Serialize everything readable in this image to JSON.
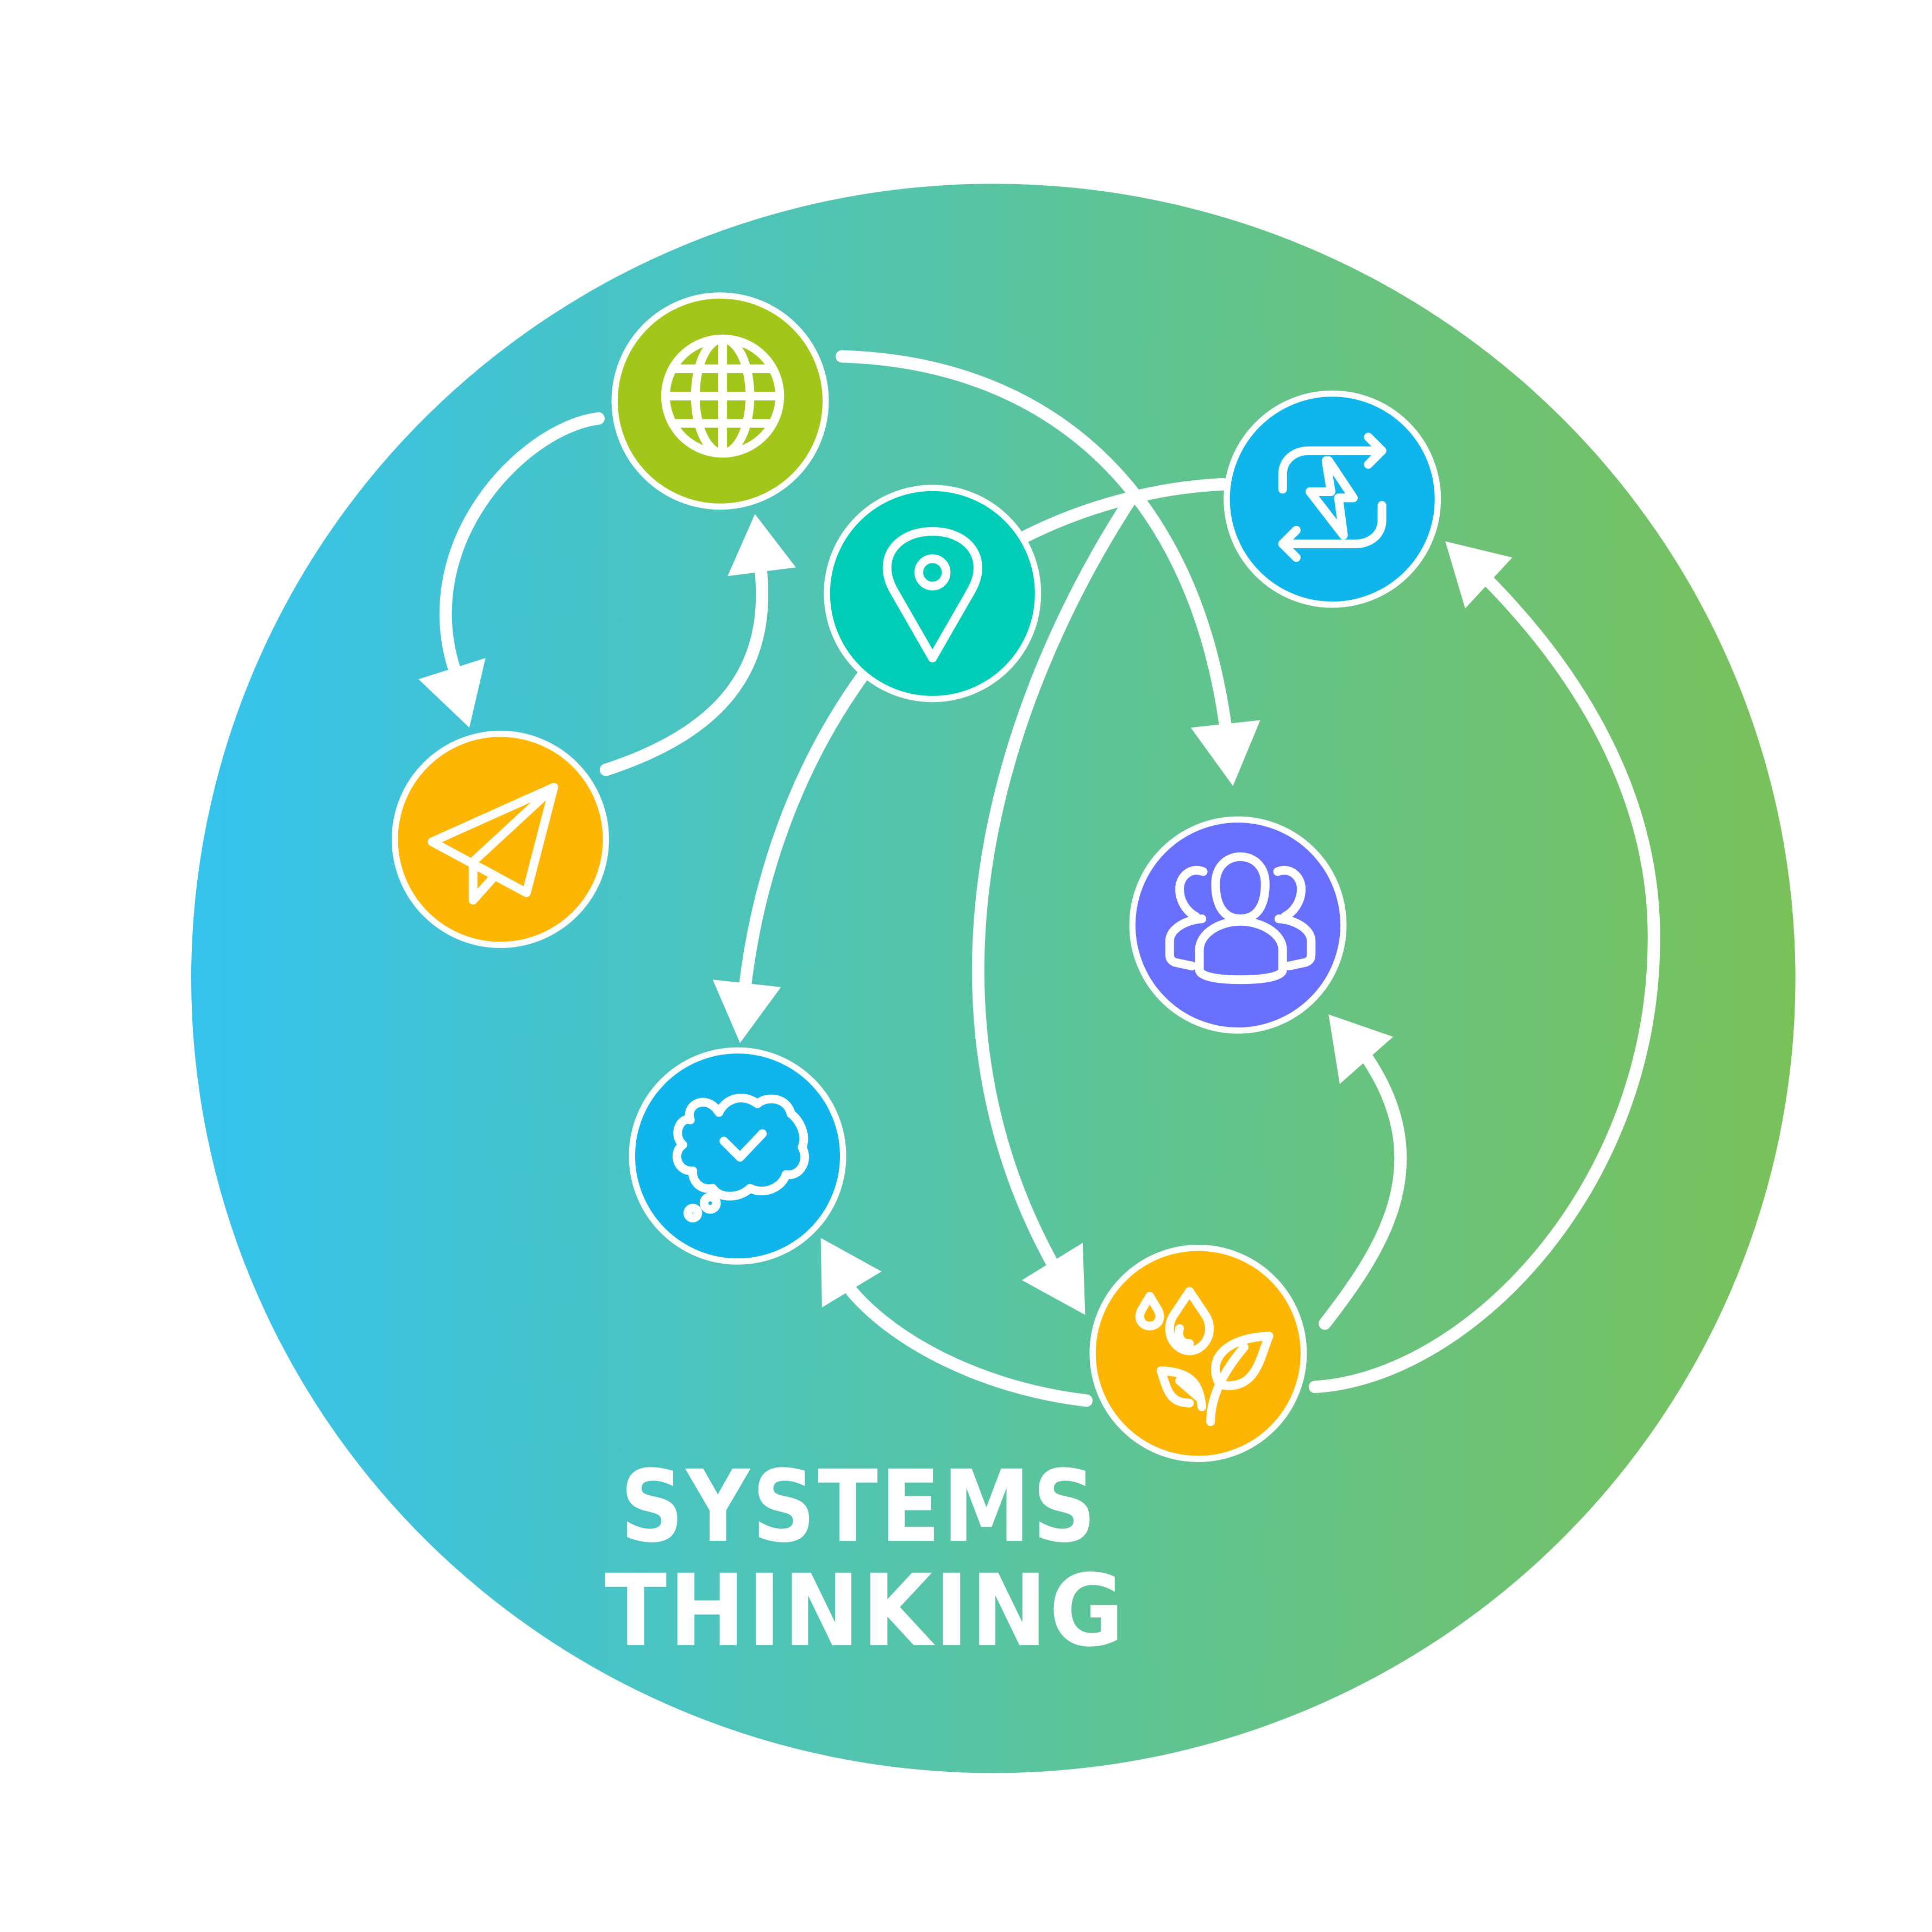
{
  "title": {
    "line1": "SYSTEMS",
    "line2": "THINKING"
  },
  "colors": {
    "gradient_left": "#35c3ee",
    "gradient_mid": "#5cc49a",
    "gradient_right": "#7ac15a",
    "globe_node": "#a3c61b",
    "location_node": "#00cdb8",
    "cycle_node": "#10b5eb",
    "paper_plane_node": "#fdb603",
    "people_node": "#6a70fe",
    "thought_node": "#10b5eb",
    "plant_node": "#fdb603",
    "stroke": "#ffffff"
  },
  "nodes": [
    {
      "id": "globe",
      "icon": "globe-icon"
    },
    {
      "id": "location",
      "icon": "location-pin-icon"
    },
    {
      "id": "cycle",
      "icon": "cycle-arrows-icon"
    },
    {
      "id": "paper_plane",
      "icon": "paper-plane-icon"
    },
    {
      "id": "people",
      "icon": "people-group-icon"
    },
    {
      "id": "thought",
      "icon": "thought-bubble-check-icon"
    },
    {
      "id": "plant",
      "icon": "plant-water-drops-icon"
    }
  ]
}
